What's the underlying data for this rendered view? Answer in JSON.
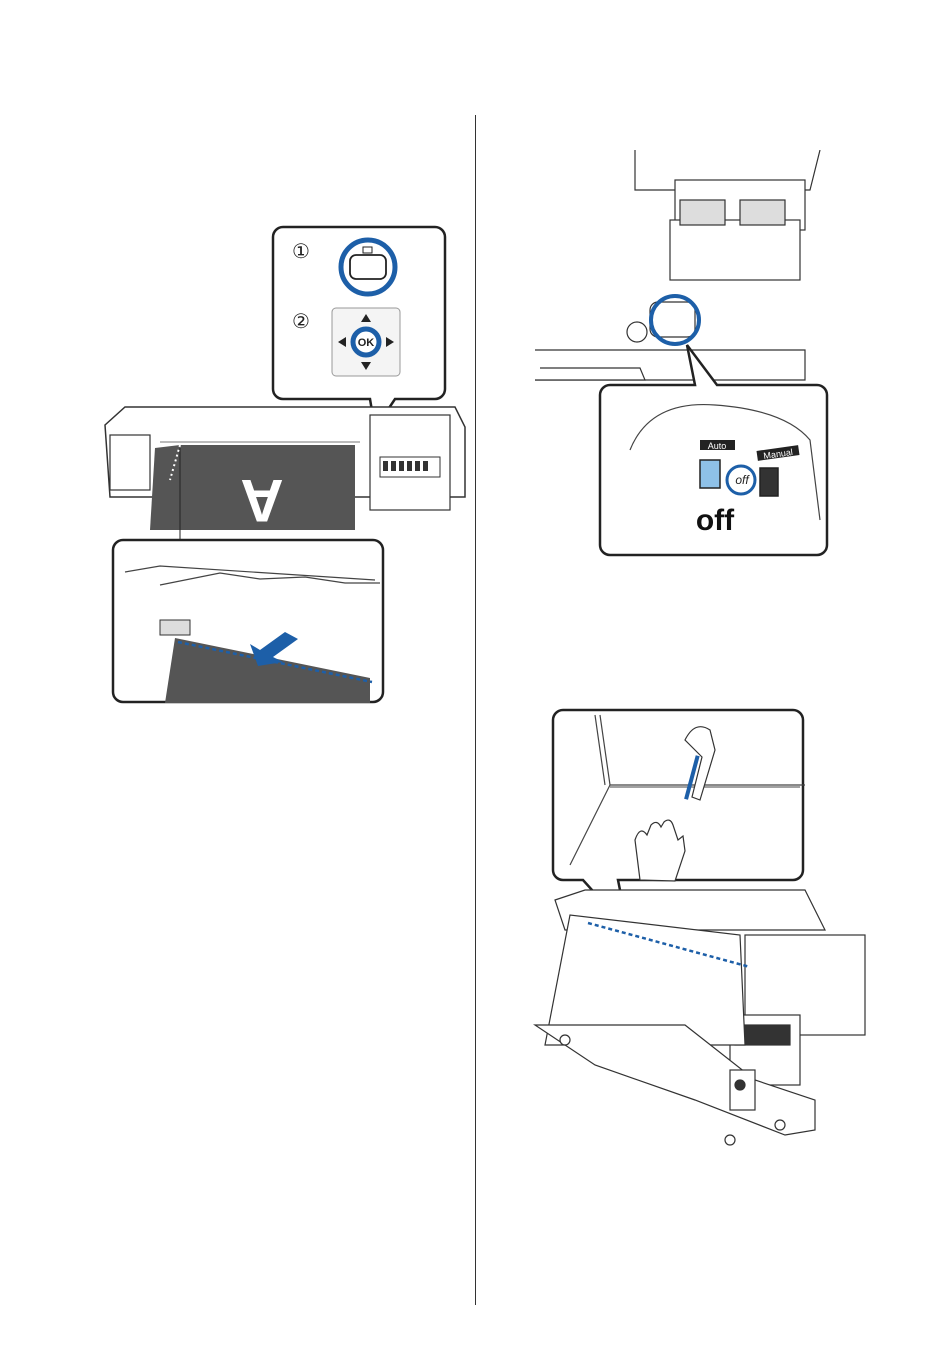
{
  "figure1": {
    "steps": [
      "①",
      "②"
    ],
    "ok_label": "OK"
  },
  "figure2": {
    "auto_label": "Auto",
    "manual_label": "Manual",
    "switch_off_label": "off",
    "big_off_label": "off"
  },
  "colors": {
    "accent": "#1d5fa8",
    "highlight": "#8ec1e8",
    "media": "#555555",
    "outline": "#222222"
  }
}
